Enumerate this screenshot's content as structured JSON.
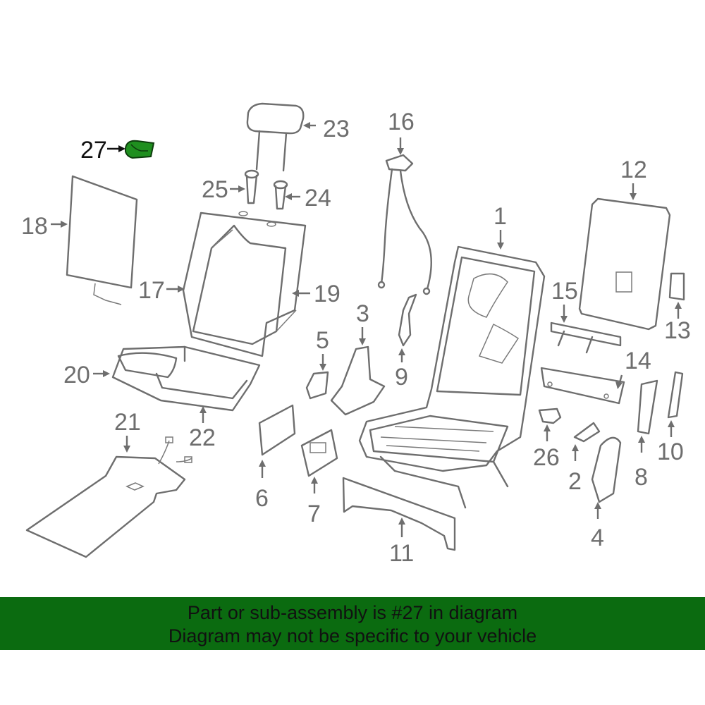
{
  "colors": {
    "banner_bg": "#0b6b10",
    "highlight_part": "#1f8f1f",
    "line": "#6e6e6e",
    "text": "#111111"
  },
  "highlighted_part": "27",
  "callouts": [
    "1",
    "2",
    "3",
    "4",
    "5",
    "6",
    "7",
    "8",
    "9",
    "10",
    "11",
    "12",
    "13",
    "14",
    "15",
    "16",
    "17",
    "18",
    "19",
    "20",
    "21",
    "22",
    "23",
    "24",
    "25",
    "26",
    "27"
  ],
  "banner": {
    "line1": "Part or sub-assembly is #27 in diagram",
    "line2": "Diagram may not be specific to your vehicle"
  }
}
